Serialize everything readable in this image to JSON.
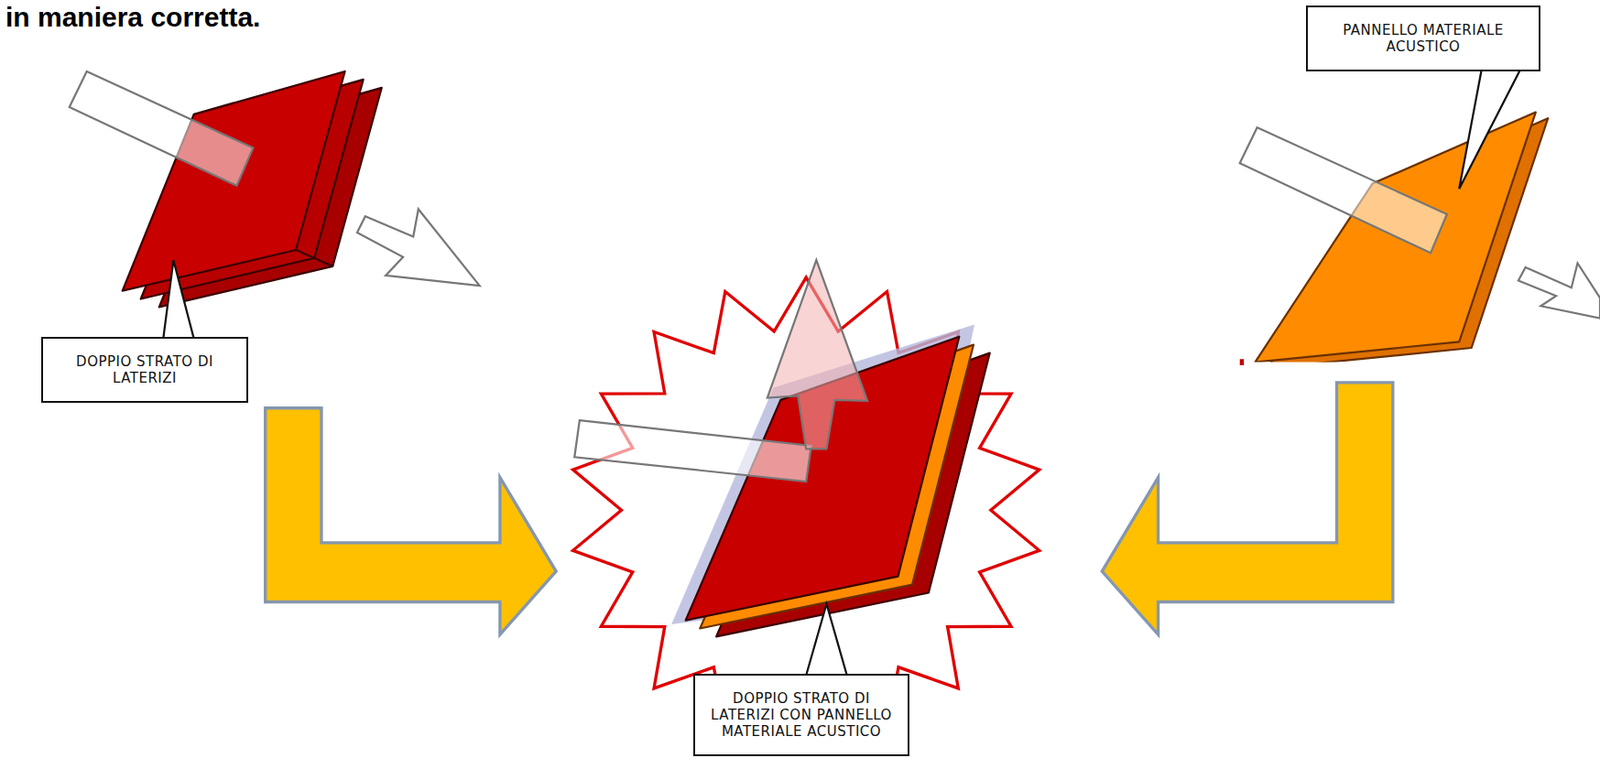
{
  "diagram": {
    "nodes": [
      {
        "text": [
          "DOPPIO STRATO DI LATERIZI"
        ]
      },
      {
        "text": [
          "PANNELLO MATERIALE ACUSTICO"
        ]
      },
      {
        "text": [
          "DOPPIO STRATO DI LATERIZI CON PANNELLO MATERIALE ACUSTICO"
        ]
      }
    ],
    "labels": [
      "in maniera corretta."
    ]
  }
}
